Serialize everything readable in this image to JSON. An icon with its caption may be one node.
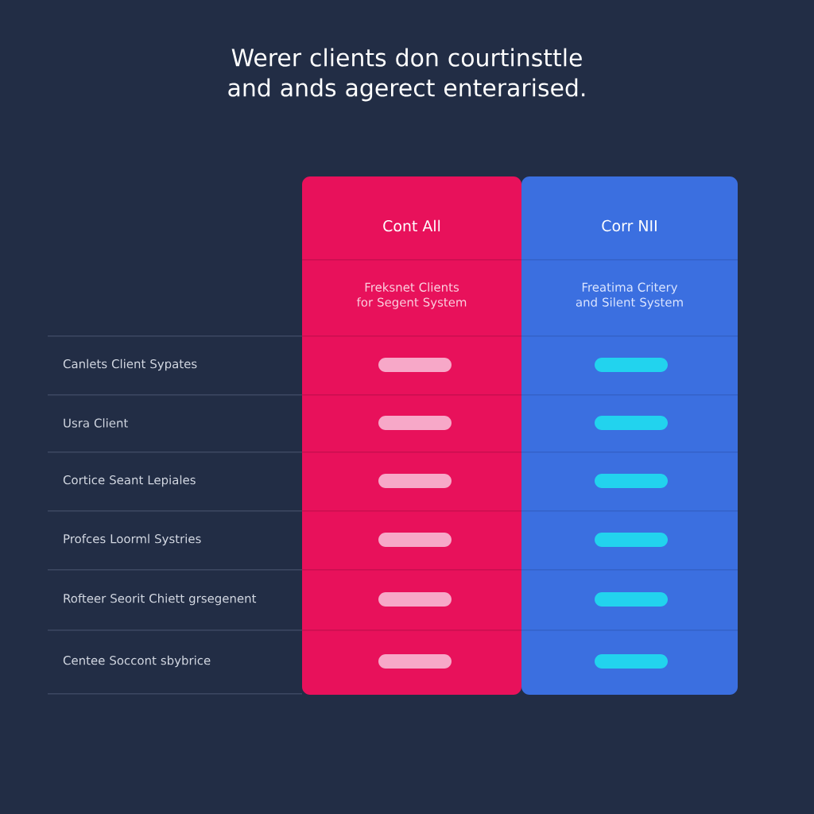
{
  "diagram": {
    "title": "Werer clients don courtinsttle and ands agerect enterarised.",
    "nodes": [
      {
        "text": [
          "Cont All",
          "Freksnet Clients for Segent System"
        ]
      },
      {
        "text": [
          "Corr NII",
          "Freatima Critery and Silent System"
        ]
      },
      {
        "text": [],
        "shape": "bar",
        "in": 0
      },
      {
        "text": [],
        "shape": "bar",
        "in": 1
      },
      {
        "text": [],
        "shape": "bar",
        "in": 0
      },
      {
        "text": [],
        "shape": "bar",
        "in": 1
      },
      {
        "text": [],
        "shape": "bar",
        "in": 0
      },
      {
        "text": [],
        "shape": "bar",
        "in": 1
      },
      {
        "text": [],
        "shape": "bar",
        "in": 0
      },
      {
        "text": [],
        "shape": "bar",
        "in": 1
      },
      {
        "text": [],
        "shape": "bar",
        "in": 0
      },
      {
        "text": [],
        "shape": "bar",
        "in": 1
      },
      {
        "text": [],
        "shape": "bar",
        "in": 0
      },
      {
        "text": [],
        "shape": "bar",
        "in": 1
      }
    ],
    "labels": [
      "Canlets Client Sypates",
      "Usra Client",
      "Cortice Seant Lepiales",
      "Profces Loorml Systries",
      "Rofteer Seorit Chiett grsegenent",
      "Centee Soccont sbybrice"
    ]
  }
}
